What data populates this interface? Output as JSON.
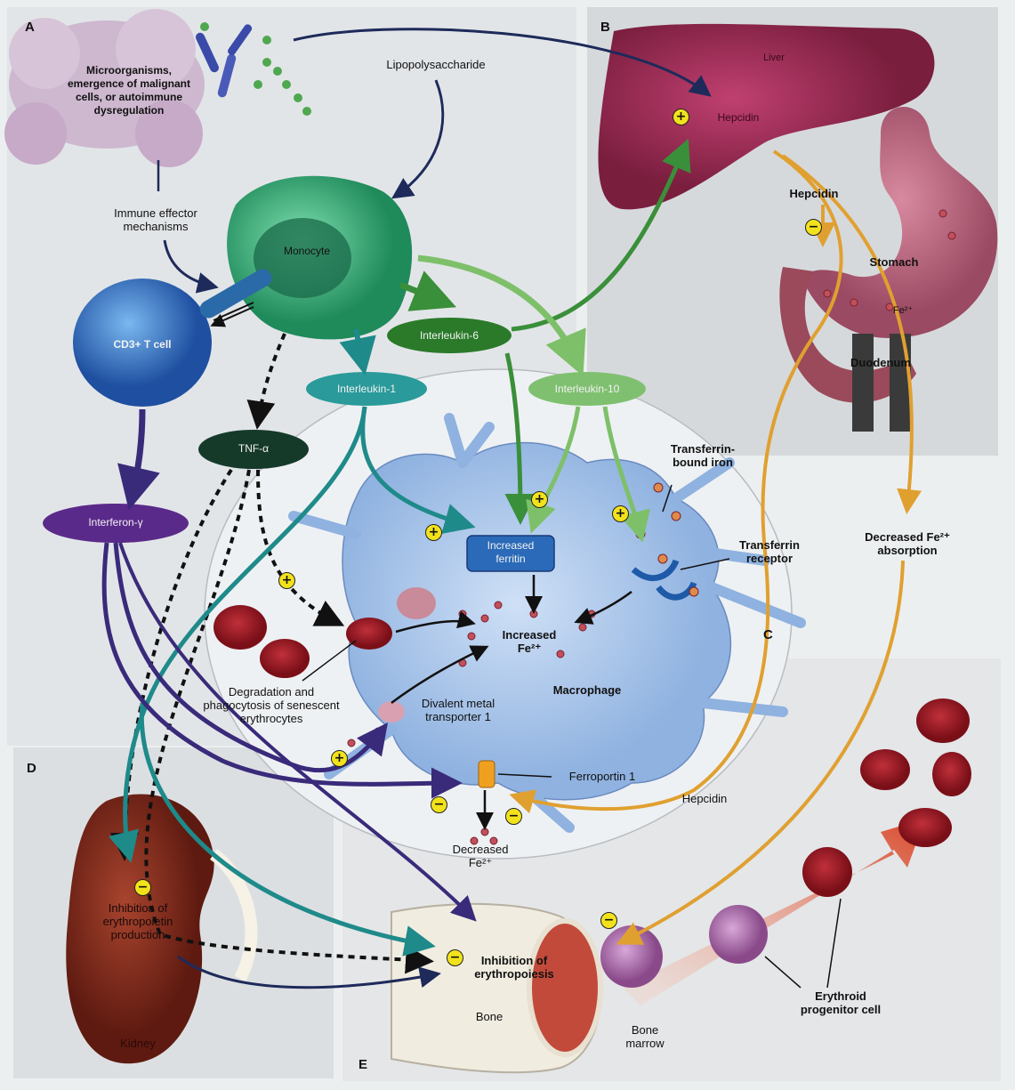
{
  "panels": {
    "a": "A",
    "b": "B",
    "c": "C",
    "d": "D",
    "e": "E"
  },
  "labels": {
    "microorganisms": "Microorganisms,\nemergence of malignant\ncells, or autoimmune\ndysregulation",
    "lipopolysaccharide": "Lipopolysaccharide",
    "immune_effector": "Immune effector\nmechanisms",
    "monocyte": "Monocyte",
    "cd3_t_cell": "CD3+ T cell",
    "interleukin_6": "Interleukin-6",
    "interleukin_1": "Interleukin-1",
    "interleukin_10": "Interleukin-10",
    "tnf_alpha": "TNF-α",
    "interferon_gamma": "Interferon-γ",
    "liver": "Liver",
    "hepcidin_liver": "Hepcidin",
    "hepcidin_mid": "Hepcidin",
    "stomach": "Stomach",
    "fe_stomach": "Fe²⁺",
    "duodenum": "Duodenum",
    "decreased_absorption": "Decreased Fe²⁺\nabsorption",
    "transferrin_bound_iron": "Transferrin-\nbound iron",
    "transferrin_receptor": "Transferrin\nreceptor",
    "increased_ferritin": "Increased\nferritin",
    "increased_fe": "Increased\nFe²⁺",
    "macrophage": "Macrophage",
    "dmt1": "Divalent metal\ntransporter 1",
    "degradation": "Degradation and\nphagocytosis of senescent\nerythrocytes",
    "ferroportin": "Ferroportin 1",
    "hepcidin_macrophage": "Hepcidin",
    "decreased_fe": "Decreased\nFe²⁺",
    "inhibition_epo": "Inhibition of\nerythropoietin\nproduction",
    "kidney": "Kidney",
    "inhibition_erythropoiesis": "Inhibition of\nerythropoiesis",
    "bone": "Bone",
    "bone_marrow": "Bone\nmarrow",
    "erythroid_progenitor": "Erythroid\nprogenitor cell"
  },
  "signs": {
    "plus": "+",
    "minus": "−"
  },
  "colors": {
    "teal": "#1f8a8a",
    "green": "#3a8f3a",
    "light_green": "#7ec06a",
    "purple": "#3a2a7a",
    "orange": "#e0a030",
    "dark": "#222222"
  }
}
